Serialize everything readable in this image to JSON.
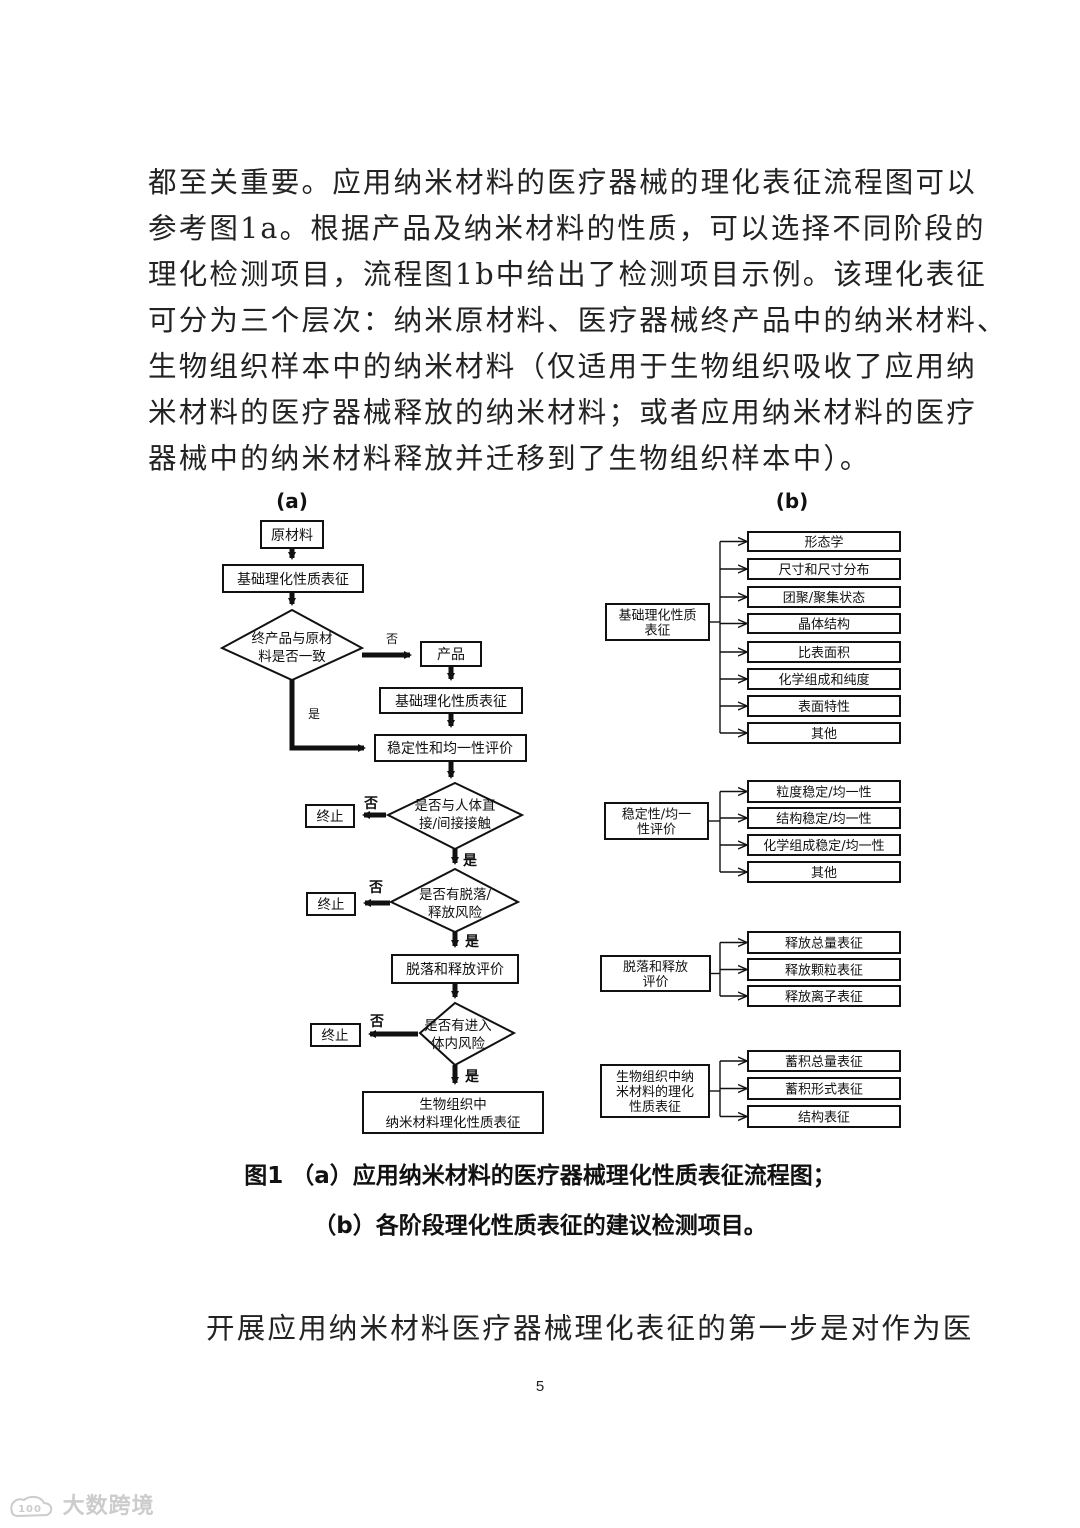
{
  "intro_paragraph": {
    "lines": [
      "都至关重要。应用纳米材料的医疗器械的理化表征流程图可以",
      "参考图1a。根据产品及纳米材料的性质，可以选择不同阶段的",
      "理化检测项目，流程图1b中给出了检测项目示例。该理化表征",
      "可分为三个层次：纳米原材料、医疗器械终产品中的纳米材料、",
      "生物组织样本中的纳米材料（仅适用于生物组织吸收了应用纳",
      "米材料的医疗器械释放的纳米材料；或者应用纳米材料的医疗",
      "器械中的纳米材料释放并迁移到了生物组织样本中）。"
    ]
  },
  "figure": {
    "panel_a_label": "(a)",
    "panel_b_label": "(b)",
    "flowchart": {
      "raw_material": "原材料",
      "basic_characterization_1": "基础理化性质表征",
      "decision_consistent": [
        "终产品与原材",
        "料是否一致"
      ],
      "no_label_small": "否",
      "product": "产品",
      "basic_characterization_2": "基础理化性质表征",
      "yes_label_1": "是",
      "stability_evaluation": "稳定性和均一性评价",
      "decision_contact": [
        "是否与人体直",
        "接/间接接触"
      ],
      "no_label_2": "否",
      "terminate_1": "终止",
      "yes_label_2": "是",
      "decision_shedding": [
        "是否有脱落/",
        "释放风险"
      ],
      "no_label_3": "否",
      "terminate_2": "终止",
      "yes_label_3": "是",
      "shedding_evaluation": "脱落和释放评价",
      "decision_entry": [
        "是否有进入",
        "体内风险"
      ],
      "no_label_4": "否",
      "terminate_3": "终止",
      "yes_label_4": "是",
      "tissue_characterization": [
        "生物组织中",
        "纳米材料理化性质表征"
      ]
    },
    "items_panel": {
      "groups": [
        {
          "label": [
            "基础理化性质",
            "表征"
          ],
          "items": [
            "形态学",
            "尺寸和尺寸分布",
            "团聚/聚集状态",
            "晶体结构",
            "比表面积",
            "化学组成和纯度",
            "表面特性",
            "其他"
          ]
        },
        {
          "label": [
            "稳定性/均一",
            "性评价"
          ],
          "items": [
            "粒度稳定/均一性",
            "结构稳定/均一性",
            "化学组成稳定/均一性",
            "其他"
          ]
        },
        {
          "label": [
            "脱落和释放",
            "评价"
          ],
          "items": [
            "释放总量表征",
            "释放颗粒表征",
            "释放离子表征"
          ]
        },
        {
          "label": [
            "生物组织中纳",
            "米材料的理化",
            "性质表征"
          ],
          "items": [
            "蓄积总量表征",
            "蓄积形式表征",
            "结构表征"
          ]
        }
      ]
    },
    "caption_line1": "图1 （a）应用纳米材料的医疗器械理化性质表征流程图；",
    "caption_line2": "（b）各阶段理化性质表征的建议检测项目。"
  },
  "body_paragraph": {
    "line": "开展应用纳米材料医疗器械理化表征的第一步是对作为医"
  },
  "page_number": "5",
  "watermark": {
    "text": "大数跨境",
    "logo_text": "100"
  }
}
